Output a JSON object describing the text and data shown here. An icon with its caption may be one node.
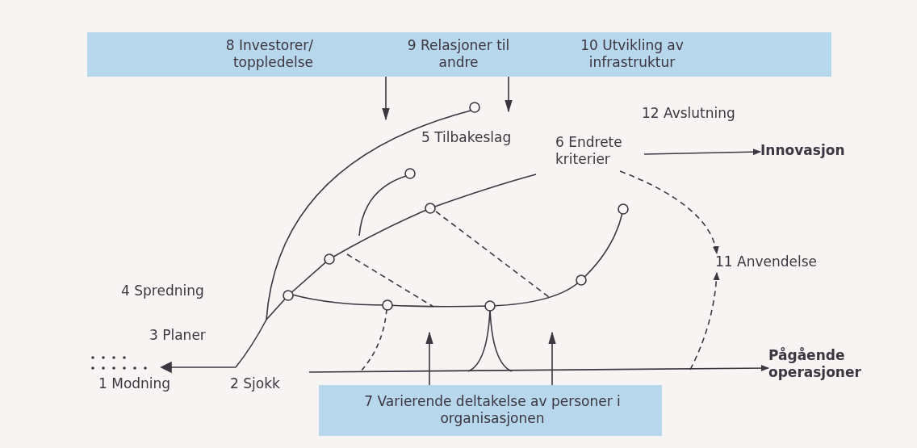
{
  "diagram": {
    "nodes": [
      {
        "text": [
          "8 Investorer/ toppledelse",
          "9 Relasjoner til andre",
          "10 Utvikling av infrastruktur"
        ]
      },
      {
        "text": [
          "7 Varierende deltakelse av personer i organisasjonen"
        ]
      },
      {
        "text": [
          "6 Endrete kriterier"
        ]
      },
      {
        "text": [
          "Innovasjon"
        ]
      },
      {
        "text": [
          "11 Anvendelse"
        ]
      },
      {
        "text": [
          "Pågående operasjoner"
        ]
      }
    ],
    "edges": [
      {
        "from": 0,
        "to": null,
        "arrow": "to"
      },
      {
        "from": 0,
        "to": null,
        "arrow": "to"
      },
      {
        "from": 1,
        "to": null,
        "arrow": "to"
      },
      {
        "from": 1,
        "to": null,
        "arrow": "to"
      },
      {
        "from": 2,
        "to": 3,
        "arrow": "to"
      },
      {
        "from": 2,
        "to": 4,
        "arrow": "to",
        "style": "dashed"
      },
      {
        "from": null,
        "to": 4,
        "arrow": "to",
        "style": "dashed"
      },
      {
        "from": null,
        "to": 5,
        "arrow": "to"
      }
    ],
    "labels": [
      "5 Tilbakeslag",
      "12 Avslutning",
      "4 Spredning",
      "3 Planer",
      "1 Modning",
      "2 Sjokk"
    ]
  }
}
